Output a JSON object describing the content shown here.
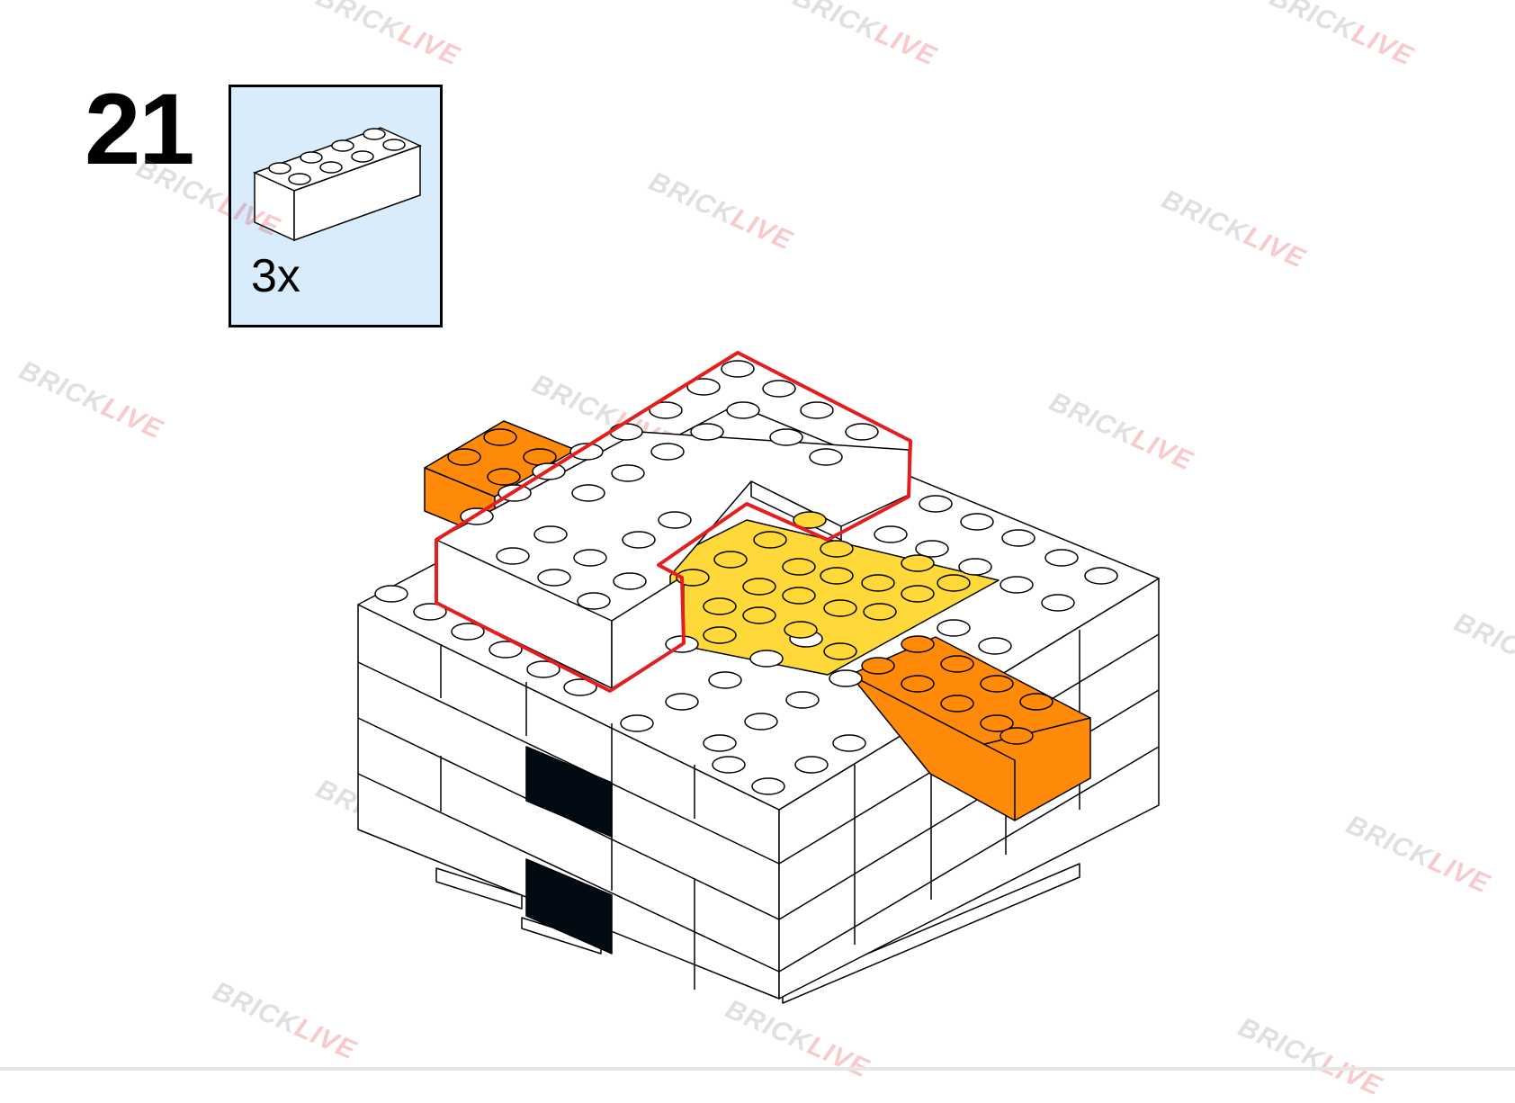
{
  "step": {
    "number": "21"
  },
  "parts_callout": {
    "quantity_label": "3x",
    "part": "brick-2x4-white-icon",
    "background_color": "#d8ecfb"
  },
  "watermark": {
    "brand_part1": "BRICK",
    "brand_part2": "LIVE"
  },
  "colors": {
    "white_brick": "#ffffff",
    "yellow_brick": "#ffd83a",
    "orange_brick": "#ff8a0a",
    "black_brick": "#020a14",
    "highlight_outline": "#e41e1e"
  }
}
